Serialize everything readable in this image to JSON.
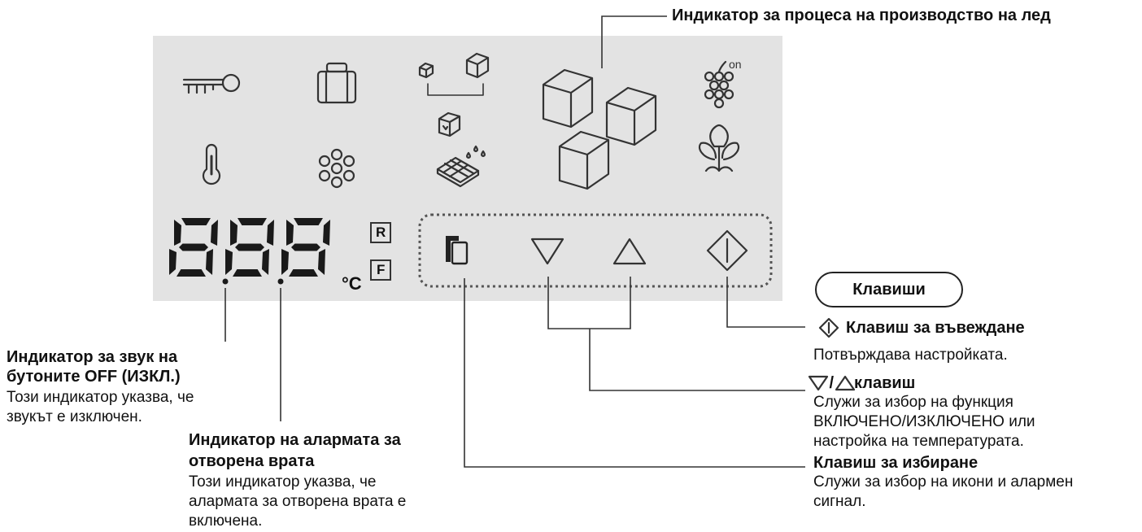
{
  "top_callout": "Индикатор за процеса на производство на лед",
  "display": {
    "digits": "888",
    "unit": "°C",
    "mode_r": "R",
    "mode_f": "F"
  },
  "keys_label": "Клавиши",
  "callouts": {
    "enter": {
      "title": "Клавиш за въвеждане",
      "desc": "Потвърждава настройката."
    },
    "updown": {
      "title_sep": " / ",
      "title": "клавиш",
      "desc": [
        "Служи за избор на функция",
        "ВКЛЮЧЕНО/ИЗКЛЮЧЕНО или",
        "настройка на температурата."
      ]
    },
    "select": {
      "title": "Клавиш за избиране",
      "desc": [
        "Служи за избор на икони и алармен",
        "сигнал."
      ]
    },
    "sound": {
      "title": [
        "Индикатор за звук на",
        "бутоните OFF (ИЗКЛ.)"
      ],
      "desc": [
        "Този индикатор указва, че",
        "звукът е изключен."
      ]
    },
    "door": {
      "title": [
        "Индикатор на алармата за",
        "отворена врата"
      ],
      "desc": [
        "Този индикатор указва, че",
        "алармата за отворена врата е",
        "включена."
      ]
    }
  },
  "icons": [
    "key-icon",
    "vacation-icon",
    "ice-type-icon",
    "ice-box-icon",
    "chocolate-icon",
    "ice-making-icon",
    "wine-icon",
    "thermometer-icon",
    "snowflake-icon",
    "fresh-icon",
    "select-key-icon",
    "down-key-icon",
    "up-key-icon",
    "enter-key-icon"
  ]
}
